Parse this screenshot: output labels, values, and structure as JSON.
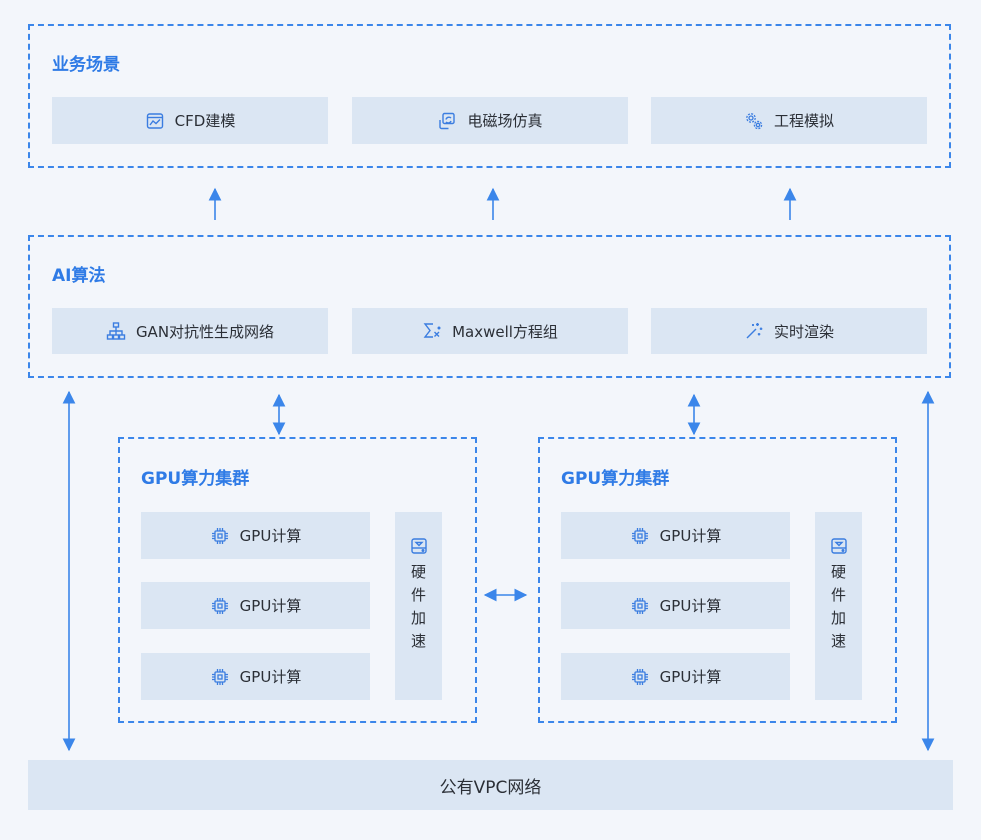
{
  "scenarios": {
    "title": "业务场景",
    "items": [
      "CFD建模",
      "电磁场仿真",
      "工程模拟"
    ]
  },
  "algorithms": {
    "title": "AI算法",
    "items": [
      "GAN对抗性生成网络",
      "Maxwell方程组",
      "实时渲染"
    ]
  },
  "clusters": [
    {
      "title": "GPU算力集群",
      "compute": [
        "GPU计算",
        "GPU计算",
        "GPU计算"
      ],
      "accel": "硬件加速"
    },
    {
      "title": "GPU算力集群",
      "compute": [
        "GPU计算",
        "GPU计算",
        "GPU计算"
      ],
      "accel": "硬件加速"
    }
  ],
  "network": "公有VPC网络",
  "colors": {
    "accent": "#2f7be6",
    "box": "#dbe6f3",
    "background": "#f3f6fb"
  },
  "icons": {
    "scenarios": [
      "chart-window-icon",
      "refresh-box-icon",
      "gears-icon"
    ],
    "algorithms": [
      "hierarchy-icon",
      "sigma-formula-icon",
      "magic-wand-icon"
    ],
    "compute": "chip-icon",
    "accel": "storage-drive-icon"
  }
}
